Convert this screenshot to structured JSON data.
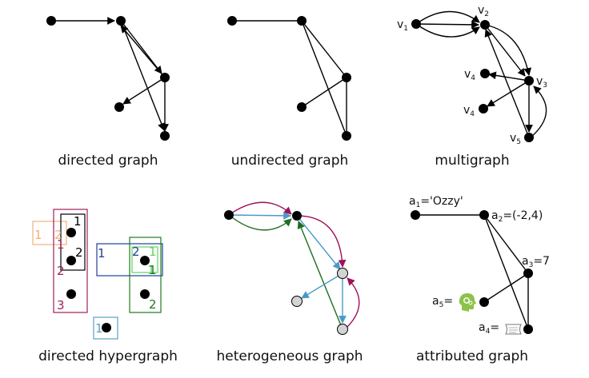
{
  "panels": {
    "directed": {
      "caption": "directed graph"
    },
    "undirected": {
      "caption": "undirected graph"
    },
    "multigraph": {
      "caption": "multigraph",
      "labels": {
        "v1": [
          "v",
          "1"
        ],
        "v2": [
          "v",
          "2"
        ],
        "v3": [
          "v",
          "3"
        ],
        "v4a": [
          "v",
          "4"
        ],
        "v4b": [
          "v",
          "4"
        ],
        "v5": [
          "v",
          "5"
        ]
      }
    },
    "hypergraph": {
      "caption": "directed hypergraph",
      "nums": {
        "orange1": "1",
        "orange2": "2",
        "black1": "1",
        "black2": "2",
        "purple1": "1",
        "purple2": "2",
        "purple3": "3",
        "blue1": "1",
        "blue2": "2",
        "lgreen1": "1",
        "lgreen2": "1",
        "dgreen1": "1",
        "dgreen2": "2",
        "lblue1": "1"
      }
    },
    "heterogeneous": {
      "caption": "heterogeneous graph"
    },
    "attributed": {
      "caption": "attributed graph",
      "labels": {
        "a1": {
          "base": "a",
          "sub": "1",
          "value": "='Ozzy'"
        },
        "a2": {
          "base": "a",
          "sub": "2",
          "value": "=(-2,4)"
        },
        "a3": {
          "base": "a",
          "sub": "3",
          "value": "=7"
        },
        "a4": {
          "base": "a",
          "sub": "4",
          "value": "="
        },
        "a5": {
          "base": "a",
          "sub": "5",
          "value": "="
        }
      }
    }
  },
  "colors": {
    "node": "#000000",
    "edge": "#000000",
    "orange": "#f0b27a",
    "purple": "#a0205a",
    "blue": "#1f3f9a",
    "light_green": "#5fd35f",
    "dark_green": "#1f7a1f",
    "light_blue": "#5aa0c8",
    "hetero_red": "#a0105a",
    "hetero_blue": "#4a9ac8",
    "hetero_green": "#1f6e1f",
    "hetero_node_fill": "#d3d3d3",
    "head_icon": "#8bc34a"
  }
}
